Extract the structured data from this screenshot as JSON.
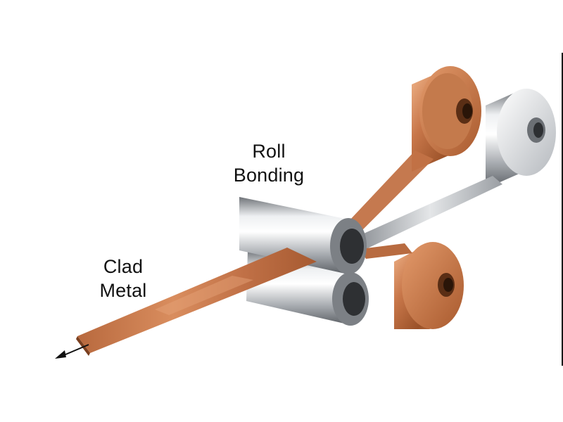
{
  "labels": {
    "roll_bonding": {
      "line1": "Roll",
      "line2": "Bonding"
    },
    "clad_metal": {
      "line1": "Clad",
      "line2": "Metal"
    }
  },
  "colors": {
    "copper": "#c8774a",
    "copper_light": "#f0b48a",
    "copper_dark": "#7a3f1f",
    "steel": "#c9ccd0",
    "steel_light": "#f4f5f6",
    "steel_dark": "#5a5d61",
    "background": "#ffffff",
    "text": "#111111"
  },
  "icons": {
    "output_arrow": "arrow-down-left-icon"
  }
}
